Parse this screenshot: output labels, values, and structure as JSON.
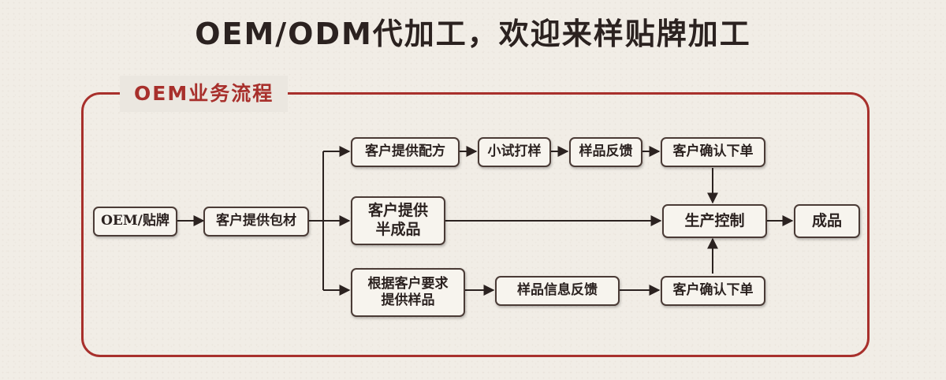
{
  "title": "OEM/ODM代加工，欢迎来样贴牌加工",
  "section_label": "OEM业务流程",
  "colors": {
    "accent": "#a8302c",
    "text": "#2b2220",
    "node_border": "#4a3b36",
    "background": "#f1ede6"
  },
  "nodes": {
    "oem": "OEM/贴牌",
    "packaging": "客户提供包材",
    "formula": "客户提供配方",
    "trial": "小试打样",
    "sample_feedback": "样品反馈",
    "confirm_top": "客户确认下单",
    "semi": "客户提供\n半成品",
    "production": "生产控制",
    "finished": "成品",
    "sample_req": "根据客户要求\n提供样品",
    "info_feedback": "样品信息反馈",
    "confirm_bottom": "客户确认下单"
  }
}
